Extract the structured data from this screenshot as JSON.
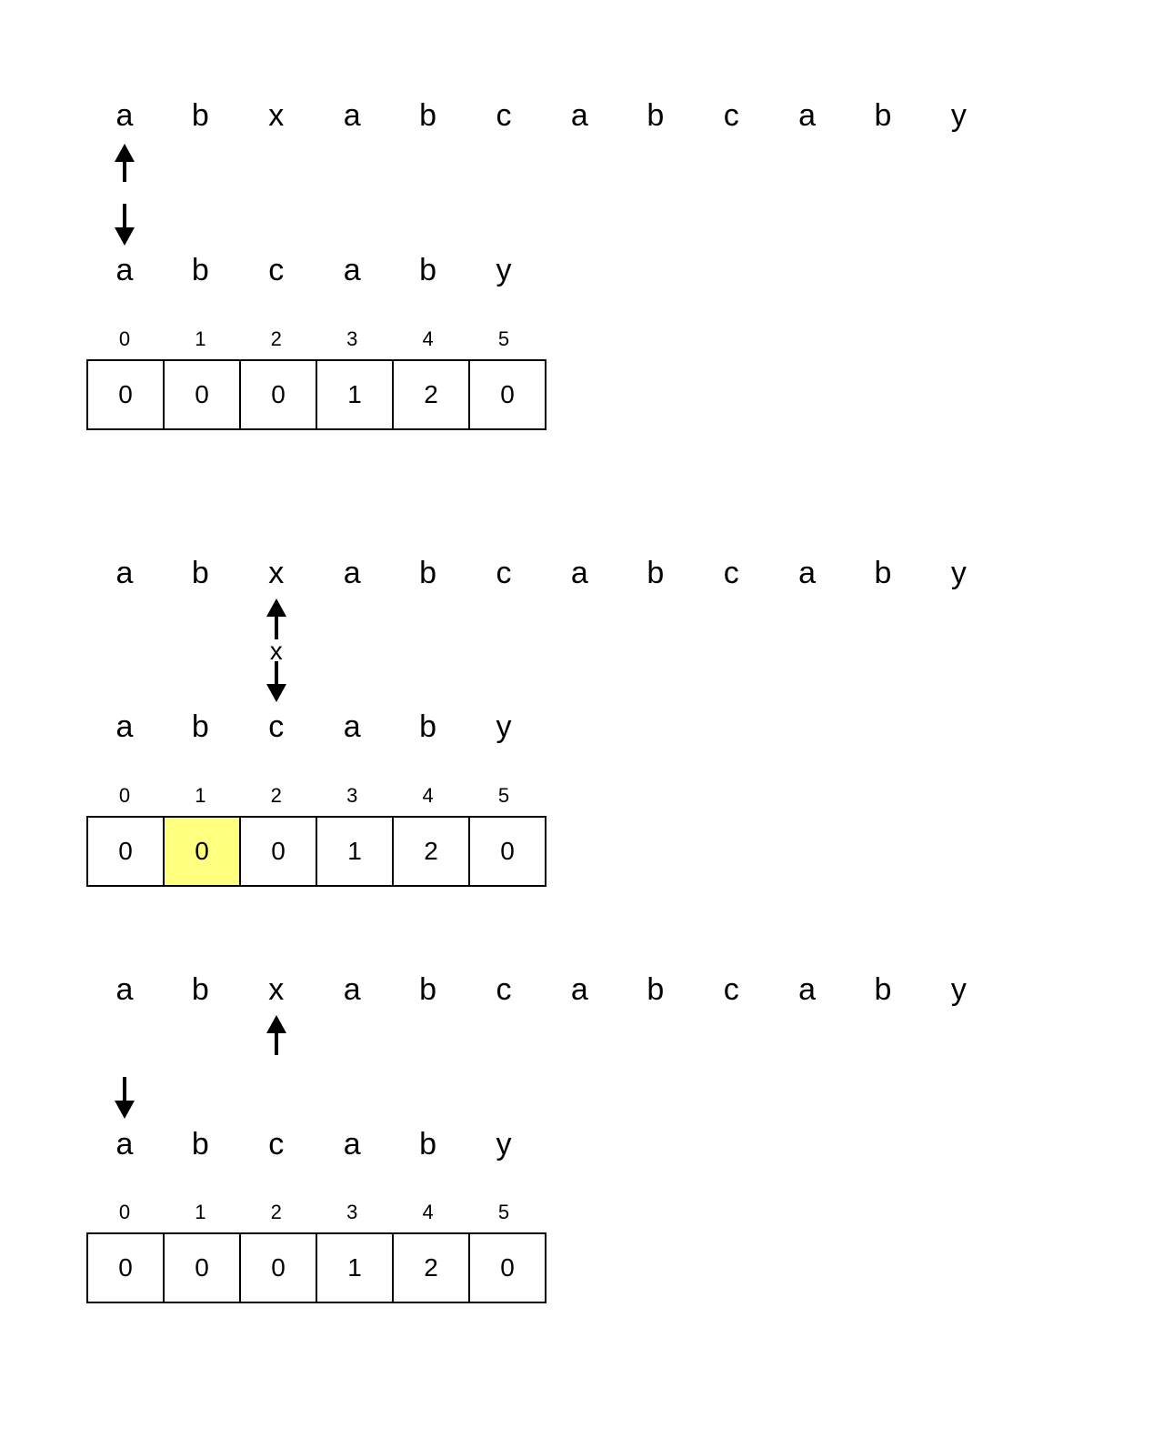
{
  "panels": [
    {
      "text": [
        "a",
        "b",
        "x",
        "a",
        "b",
        "c",
        "a",
        "b",
        "c",
        "a",
        "b",
        "y"
      ],
      "pattern": [
        "a",
        "b",
        "c",
        "a",
        "b",
        "y"
      ],
      "indices": [
        "0",
        "1",
        "2",
        "3",
        "4",
        "5"
      ],
      "lps": [
        "0",
        "0",
        "0",
        "1",
        "2",
        "0"
      ],
      "highlight_index": null,
      "text_pointer": 0,
      "pattern_pointer": 0,
      "mismatch_mark": ""
    },
    {
      "text": [
        "a",
        "b",
        "x",
        "a",
        "b",
        "c",
        "a",
        "b",
        "c",
        "a",
        "b",
        "y"
      ],
      "pattern": [
        "a",
        "b",
        "c",
        "a",
        "b",
        "y"
      ],
      "indices": [
        "0",
        "1",
        "2",
        "3",
        "4",
        "5"
      ],
      "lps": [
        "0",
        "0",
        "0",
        "1",
        "2",
        "0"
      ],
      "highlight_index": 1,
      "text_pointer": 2,
      "pattern_pointer": 2,
      "mismatch_mark": "x"
    },
    {
      "text": [
        "a",
        "b",
        "x",
        "a",
        "b",
        "c",
        "a",
        "b",
        "c",
        "a",
        "b",
        "y"
      ],
      "pattern": [
        "a",
        "b",
        "c",
        "a",
        "b",
        "y"
      ],
      "indices": [
        "0",
        "1",
        "2",
        "3",
        "4",
        "5"
      ],
      "lps": [
        "0",
        "0",
        "0",
        "1",
        "2",
        "0"
      ],
      "highlight_index": null,
      "text_pointer": 2,
      "pattern_pointer": 0,
      "mismatch_mark": ""
    }
  ],
  "colors": {
    "highlight": "#ffff80"
  }
}
